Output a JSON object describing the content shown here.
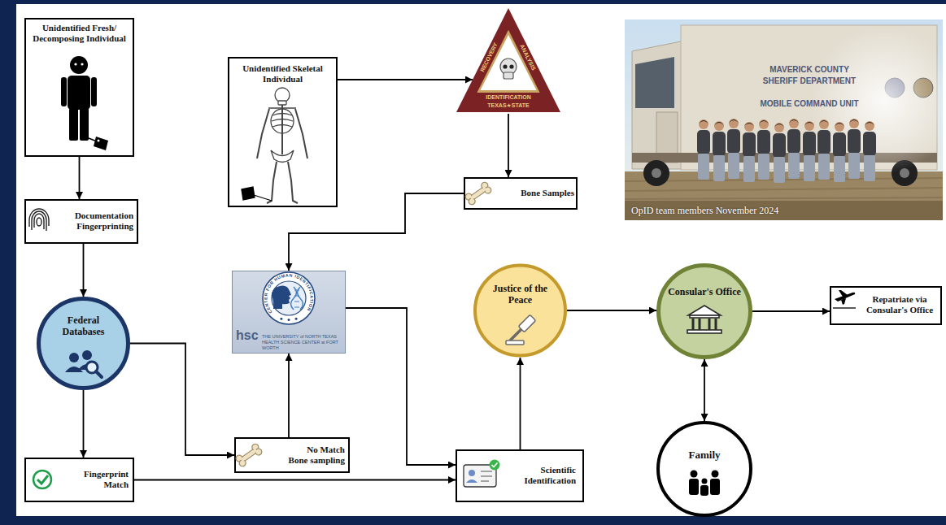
{
  "diagram": {
    "nodes": [
      {
        "text": [
          "Unidentified Fresh/ Decomposing Individual"
        ]
      },
      {
        "text": [
          "Unidentified Skeletal Individual"
        ]
      },
      {
        "text": [
          "RECOVERY",
          "ANALYSIS",
          "IDENTIFICATION",
          "TEXAS★STATE"
        ]
      },
      {
        "text": [
          "Bone Samples"
        ]
      },
      {
        "text": [
          "Documentation Fingerprinting"
        ]
      },
      {
        "text": [
          "CENTER FOR HUMAN IDENTIFICATION",
          "hsc",
          "THE UNIVERSITY of NORTH TEXAS HEALTH SCIENCE CENTER at FORT WORTH"
        ]
      },
      {
        "text": [
          "Federal Databases"
        ]
      },
      {
        "text": [
          "Justice of the Peace"
        ]
      },
      {
        "text": [
          "Consular's Office"
        ]
      },
      {
        "text": [
          "Repatriate via Consular's Office"
        ]
      },
      {
        "text": [
          "No Match Bone sampling"
        ]
      },
      {
        "text": [
          "Fingerprint Match"
        ]
      },
      {
        "text": [
          "Scientific Identification"
        ]
      },
      {
        "text": [
          "Family"
        ]
      }
    ],
    "edges": [
      {
        "from": 0,
        "to": 4,
        "arrow": "to"
      },
      {
        "from": 4,
        "to": 6,
        "arrow": "to"
      },
      {
        "from": 6,
        "to": 11,
        "arrow": "to"
      },
      {
        "from": 6,
        "to": 10,
        "arrow": "to"
      },
      {
        "from": 10,
        "to": 5,
        "arrow": "to"
      },
      {
        "from": 1,
        "to": 2,
        "arrow": "to"
      },
      {
        "from": 2,
        "to": 3,
        "arrow": "to"
      },
      {
        "from": 3,
        "to": 5,
        "arrow": "to"
      },
      {
        "from": 5,
        "to": 12,
        "arrow": "to"
      },
      {
        "from": 11,
        "to": 12,
        "arrow": "to"
      },
      {
        "from": 12,
        "to": 7,
        "arrow": "to"
      },
      {
        "from": 7,
        "to": 8,
        "arrow": "to"
      },
      {
        "from": 8,
        "to": 9,
        "arrow": "to"
      },
      {
        "from": 8,
        "to": 13,
        "arrow": "both"
      }
    ],
    "labels": [
      "MAVERICK COUNTY",
      "SHERIFF DEPARTMENT",
      "MOBILE COMMAND UNIT",
      "OpID team members November 2024"
    ]
  }
}
